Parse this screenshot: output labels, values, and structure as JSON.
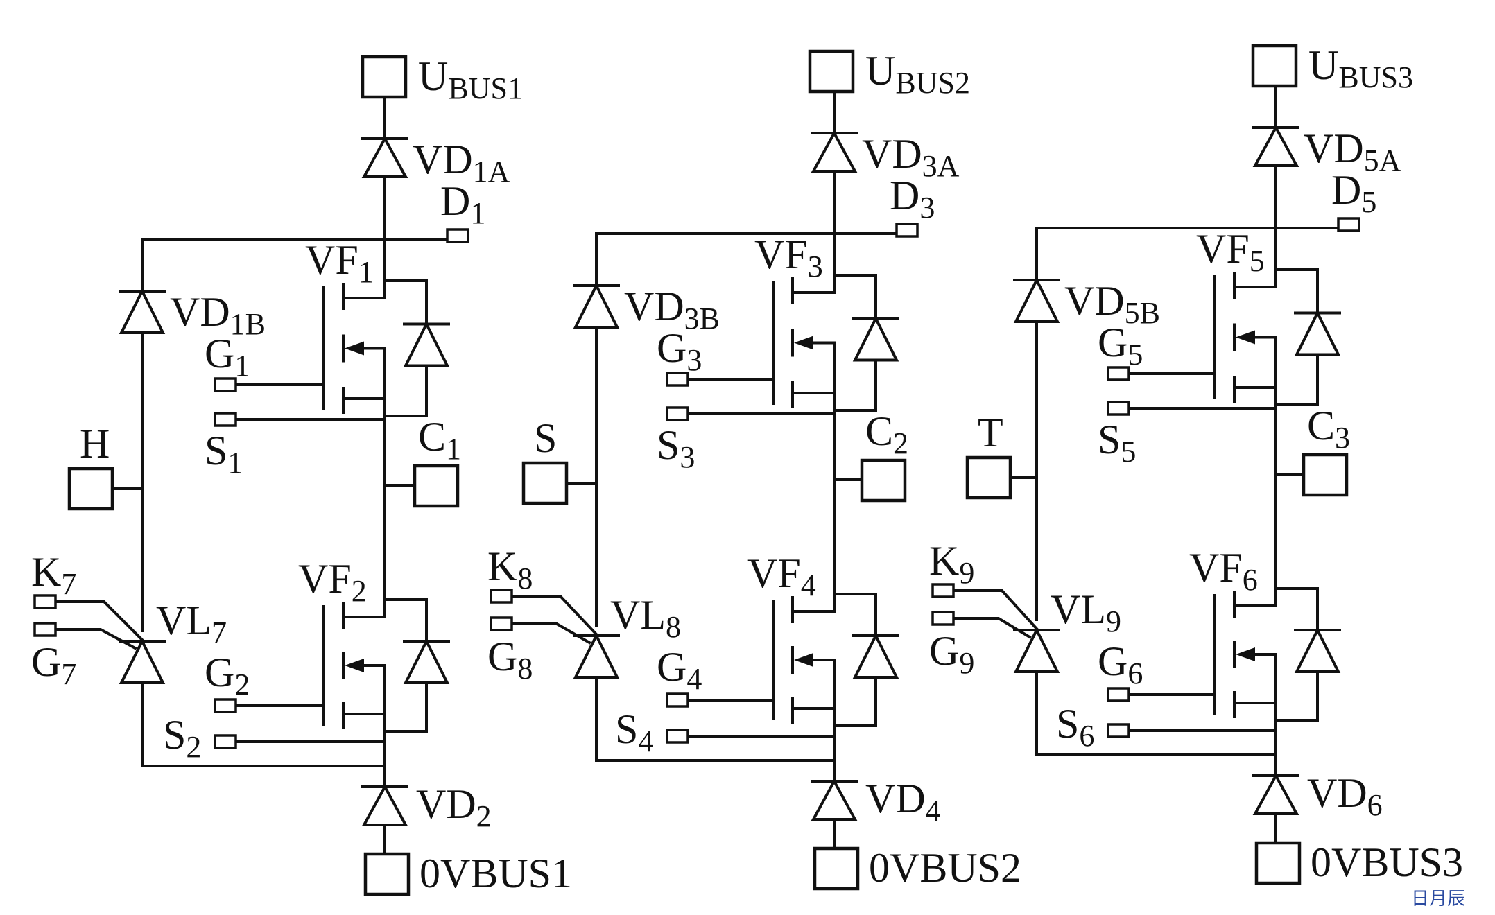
{
  "units": [
    {
      "bus_label": {
        "main": "U",
        "sub": "BUS1"
      },
      "upper_diode": {
        "main": "VD",
        "sub": "1A"
      },
      "drain_pin": {
        "main": "D",
        "sub": "1"
      },
      "clamp_diode": {
        "main": "VD",
        "sub": "1B"
      },
      "upper_mosfet": {
        "main": "VF",
        "sub": "1"
      },
      "upper_gate": {
        "main": "G",
        "sub": "1"
      },
      "upper_source": {
        "main": "S",
        "sub": "1"
      },
      "output_label": {
        "main": "C",
        "sub": "1"
      },
      "side_label": {
        "main": "H",
        "sub": ""
      },
      "thyristor_cathode_pin": {
        "main": "K",
        "sub": "7"
      },
      "thyristor_gate_pin": {
        "main": "G",
        "sub": "7"
      },
      "thyristor": {
        "main": "VL",
        "sub": "7"
      },
      "lower_mosfet": {
        "main": "VF",
        "sub": "2"
      },
      "lower_gate": {
        "main": "G",
        "sub": "2"
      },
      "lower_source": {
        "main": "S",
        "sub": "2"
      },
      "lower_diode": {
        "main": "VD",
        "sub": "2"
      },
      "ground_label": {
        "main": "0VBUS1",
        "sub": ""
      }
    },
    {
      "bus_label": {
        "main": "U",
        "sub": "BUS2"
      },
      "upper_diode": {
        "main": "VD",
        "sub": "3A"
      },
      "drain_pin": {
        "main": "D",
        "sub": "3"
      },
      "clamp_diode": {
        "main": "VD",
        "sub": "3B"
      },
      "upper_mosfet": {
        "main": "VF",
        "sub": "3"
      },
      "upper_gate": {
        "main": "G",
        "sub": "3"
      },
      "upper_source": {
        "main": "S",
        "sub": "3"
      },
      "output_label": {
        "main": "C",
        "sub": "2"
      },
      "side_label": {
        "main": "S",
        "sub": ""
      },
      "thyristor_cathode_pin": {
        "main": "K",
        "sub": "8"
      },
      "thyristor_gate_pin": {
        "main": "G",
        "sub": "8"
      },
      "thyristor": {
        "main": "VL",
        "sub": "8"
      },
      "lower_mosfet": {
        "main": "VF",
        "sub": "4"
      },
      "lower_gate": {
        "main": "G",
        "sub": "4"
      },
      "lower_source": {
        "main": "S",
        "sub": "4"
      },
      "lower_diode": {
        "main": "VD",
        "sub": "4"
      },
      "ground_label": {
        "main": "0VBUS2",
        "sub": ""
      }
    },
    {
      "bus_label": {
        "main": "U",
        "sub": "BUS3"
      },
      "upper_diode": {
        "main": "VD",
        "sub": "5A"
      },
      "drain_pin": {
        "main": "D",
        "sub": "5"
      },
      "clamp_diode": {
        "main": "VD",
        "sub": "5B"
      },
      "upper_mosfet": {
        "main": "VF",
        "sub": "5"
      },
      "upper_gate": {
        "main": "G",
        "sub": "5"
      },
      "upper_source": {
        "main": "S",
        "sub": "5"
      },
      "output_label": {
        "main": "C",
        "sub": "3"
      },
      "side_label": {
        "main": "T",
        "sub": ""
      },
      "thyristor_cathode_pin": {
        "main": "K",
        "sub": "9"
      },
      "thyristor_gate_pin": {
        "main": "G",
        "sub": "9"
      },
      "thyristor": {
        "main": "VL",
        "sub": "9"
      },
      "lower_mosfet": {
        "main": "VF",
        "sub": "6"
      },
      "lower_gate": {
        "main": "G",
        "sub": "6"
      },
      "lower_source": {
        "main": "S",
        "sub": "6"
      },
      "lower_diode": {
        "main": "VD",
        "sub": "6"
      },
      "ground_label": {
        "main": "0VBUS3",
        "sub": ""
      }
    }
  ],
  "watermark": "日月辰"
}
